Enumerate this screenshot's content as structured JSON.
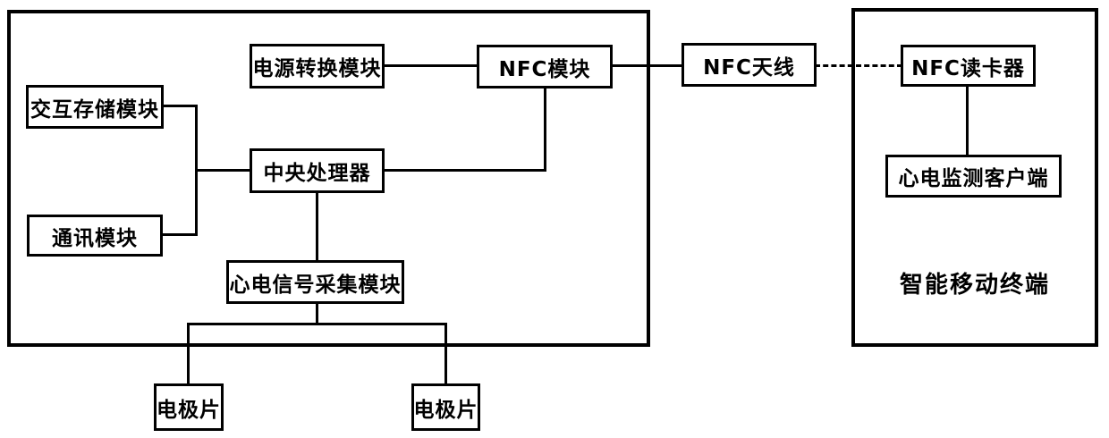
{
  "diagram": {
    "title_hint": "NFC wearable ECG monitor block diagram",
    "colors": {
      "line": "#000000",
      "background": "#ffffff"
    },
    "device_panel": {
      "boxes": {
        "power": {
          "label": "电源转换模块"
        },
        "nfc_module": {
          "label": "NFC模块"
        },
        "storage": {
          "label": "交互存储模块"
        },
        "cpu": {
          "label": "中央处理器"
        },
        "comm": {
          "label": "通讯模块"
        },
        "ecg_acq": {
          "label": "心电信号采集模块"
        }
      }
    },
    "electrodes": [
      {
        "label": "电极片"
      },
      {
        "label": "电极片"
      }
    ],
    "antenna": {
      "label": "NFC天线"
    },
    "terminal_panel": {
      "label": "智能移动终端",
      "boxes": {
        "nfc_reader": {
          "label": "NFC读卡器"
        },
        "ecg_client": {
          "label": "心电监测客户端"
        }
      }
    }
  }
}
